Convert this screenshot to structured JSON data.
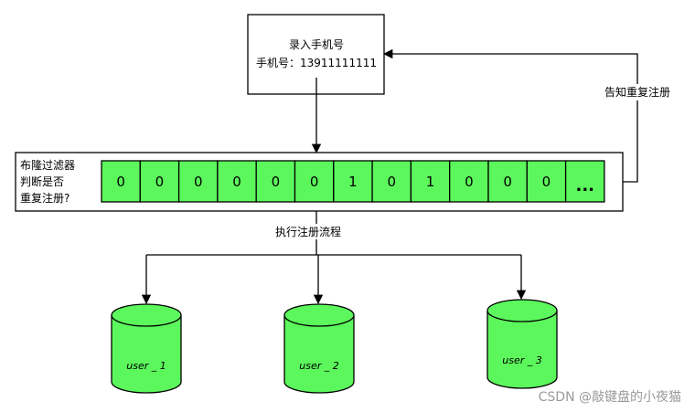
{
  "input_box": {
    "line1": "录入手机号",
    "line2": "手机号：13911111111"
  },
  "bloom_filter": {
    "label_line1": "布隆过滤器",
    "label_line2": "判断是否",
    "label_line3": "重复注册?",
    "bits": [
      "0",
      "0",
      "0",
      "0",
      "0",
      "0",
      "1",
      "0",
      "1",
      "0",
      "0",
      "0"
    ],
    "ellipsis": "..."
  },
  "edges": {
    "feedback_label": "告知重复注册",
    "register_label": "执行注册流程"
  },
  "databases": [
    {
      "label": "user _ 1"
    },
    {
      "label": "user _ 2"
    },
    {
      "label": "user _ 3"
    }
  ],
  "colors": {
    "cell_fill": "#5cf75c",
    "stroke": "#000000"
  },
  "watermark": "CSDN @敲键盘的小夜猫"
}
